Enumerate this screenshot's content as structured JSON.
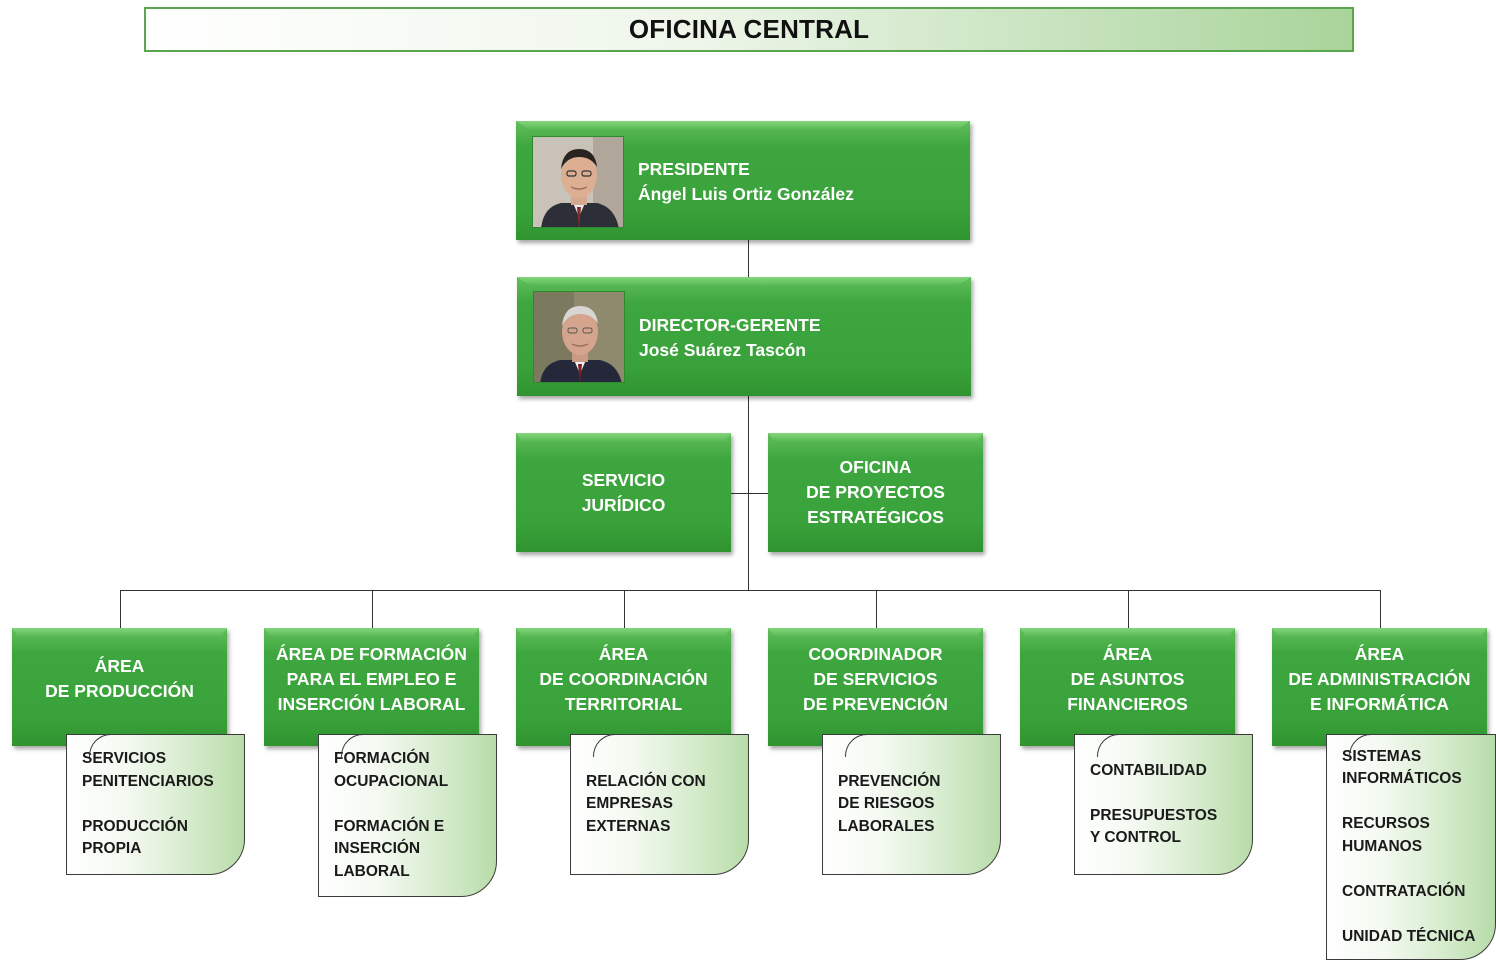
{
  "header": {
    "title": "OFICINA CENTRAL"
  },
  "president": {
    "role": "PRESIDENTE",
    "name": "Ángel Luis Ortiz González"
  },
  "director": {
    "role": "DIRECTOR-GERENTE",
    "name": "José Suárez Tascón"
  },
  "staff": {
    "legal": [
      "SERVICIO",
      "JURÍDICO"
    ],
    "projects": [
      "OFICINA",
      "DE PROYECTOS",
      "ESTRATÉGICOS"
    ]
  },
  "areas": [
    {
      "title": [
        "ÁREA",
        "DE PRODUCCIÓN"
      ],
      "items": [
        "SERVICIOS",
        "PENITENCIARIOS",
        "",
        "PRODUCCIÓN",
        "PROPIA"
      ]
    },
    {
      "title": [
        "ÁREA DE FORMACIÓN",
        "PARA EL EMPLEO E",
        "INSERCIÓN LABORAL"
      ],
      "items": [
        "FORMACIÓN",
        "OCUPACIONAL",
        "",
        "FORMACIÓN E",
        "INSERCIÓN",
        "LABORAL"
      ]
    },
    {
      "title": [
        "ÁREA",
        "DE COORDINACIÓN",
        "TERRITORIAL"
      ],
      "items": [
        "RELACIÓN CON",
        "EMPRESAS",
        "EXTERNAS"
      ]
    },
    {
      "title": [
        "COORDINADOR",
        "DE SERVICIOS",
        "DE PREVENCIÓN"
      ],
      "items": [
        "PREVENCIÓN",
        "DE RIESGOS",
        "LABORALES"
      ]
    },
    {
      "title": [
        "ÁREA",
        "DE ASUNTOS",
        "FINANCIEROS"
      ],
      "items": [
        "CONTABILIDAD",
        "",
        "PRESUPUESTOS",
        "Y CONTROL"
      ]
    },
    {
      "title": [
        "ÁREA",
        "DE ADMINISTRACIÓN",
        "E INFORMÁTICA"
      ],
      "items": [
        "SISTEMAS",
        "INFORMÁTICOS",
        "",
        "RECURSOS",
        "HUMANOS",
        "",
        "CONTRATACIÓN",
        "",
        "UNIDAD TÉCNICA"
      ]
    }
  ],
  "colors": {
    "box_green": "#3ea63e",
    "header_border": "#5aa64c"
  }
}
